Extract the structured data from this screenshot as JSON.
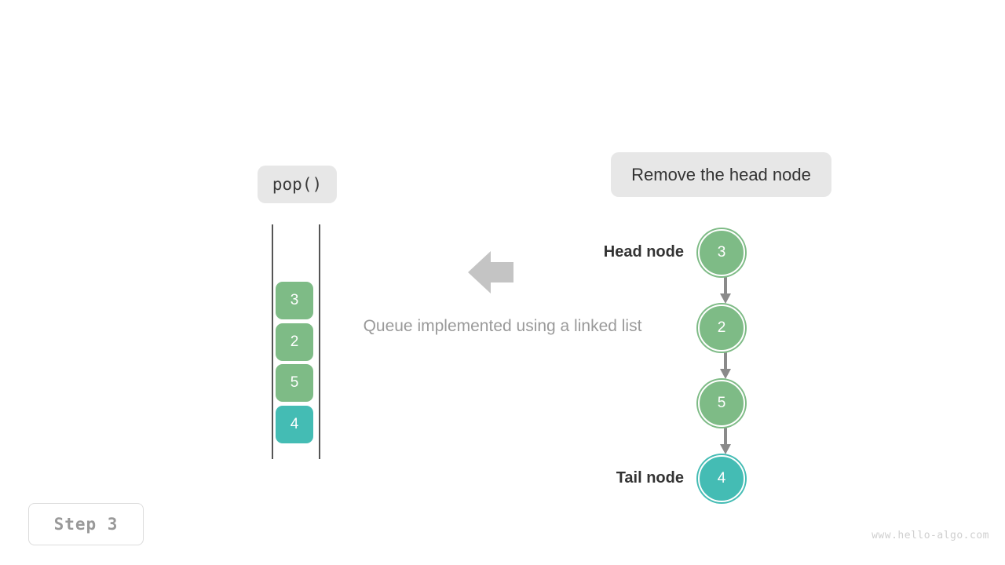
{
  "colors": {
    "background": "#ffffff",
    "green": "#7ebb86",
    "teal": "#44bcb4",
    "pill_bg": "#e7e7e7",
    "arrow_gray": "#8a8a8a",
    "big_arrow_gray": "#c4c4c4",
    "rail_gray": "#555555",
    "text_dark": "#333333",
    "text_muted": "#9a9a9a",
    "watermark": "#cfcfcf"
  },
  "operation": {
    "label": "pop()"
  },
  "action": {
    "label": "Remove the head node"
  },
  "caption": {
    "text": "Queue implemented using a linked list"
  },
  "queue": {
    "cells": [
      {
        "value": "3",
        "color": "green"
      },
      {
        "value": "2",
        "color": "green"
      },
      {
        "value": "5",
        "color": "green"
      },
      {
        "value": "4",
        "color": "teal"
      }
    ]
  },
  "linked_list": {
    "head_label": "Head node",
    "tail_label": "Tail node",
    "nodes": [
      {
        "value": "3",
        "color": "green"
      },
      {
        "value": "2",
        "color": "green"
      },
      {
        "value": "5",
        "color": "green"
      },
      {
        "value": "4",
        "color": "teal"
      }
    ]
  },
  "footer": {
    "step": "Step 3",
    "watermark": "www.hello-algo.com"
  }
}
